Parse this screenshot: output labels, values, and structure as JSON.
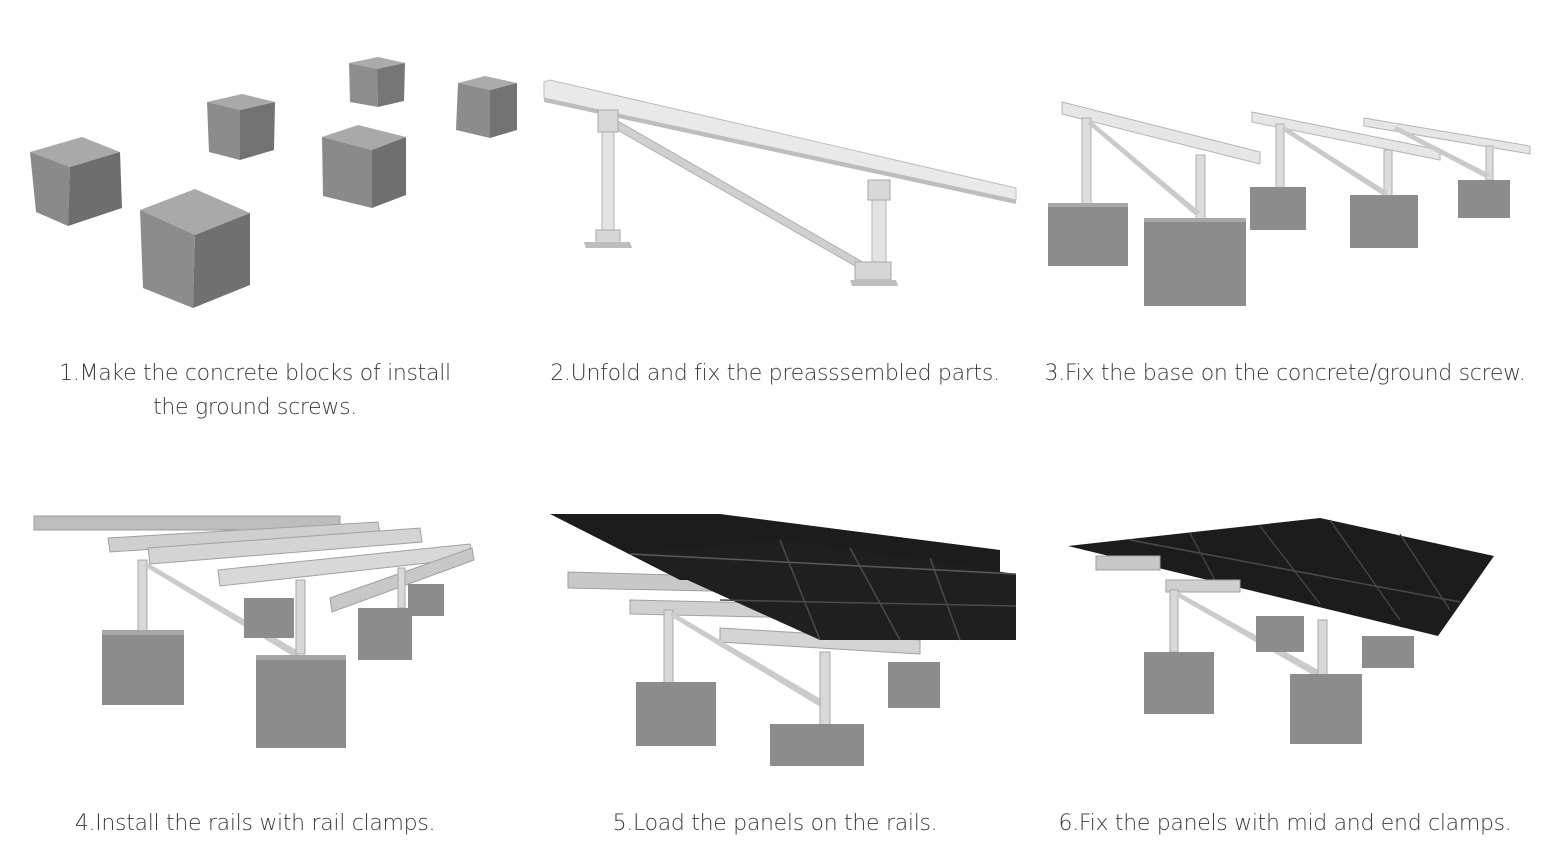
{
  "steps": [
    {
      "caption": "1.Make the concrete blocks of install the ground screws."
    },
    {
      "caption": "2.Unfold and fix the preasssembled parts."
    },
    {
      "caption": "3.Fix the base on the concrete/ground screw."
    },
    {
      "caption": "4.Install the rails with rail clamps."
    },
    {
      "caption": "5.Load the panels on the rails."
    },
    {
      "caption": "6.Fix the panels with mid and end clamps."
    }
  ],
  "colors": {
    "concrete_front": "#8e8e8e",
    "concrete_side": "#6f6f6f",
    "concrete_top": "#b0b0b0",
    "aluminium_light": "#e8e8e8",
    "aluminium_mid": "#c9c9c9",
    "aluminium_dark": "#a6a6a6",
    "panel": "#1b1b1b",
    "panel_grid": "#4a4a4a",
    "caption_text": "#3a3a3a"
  }
}
